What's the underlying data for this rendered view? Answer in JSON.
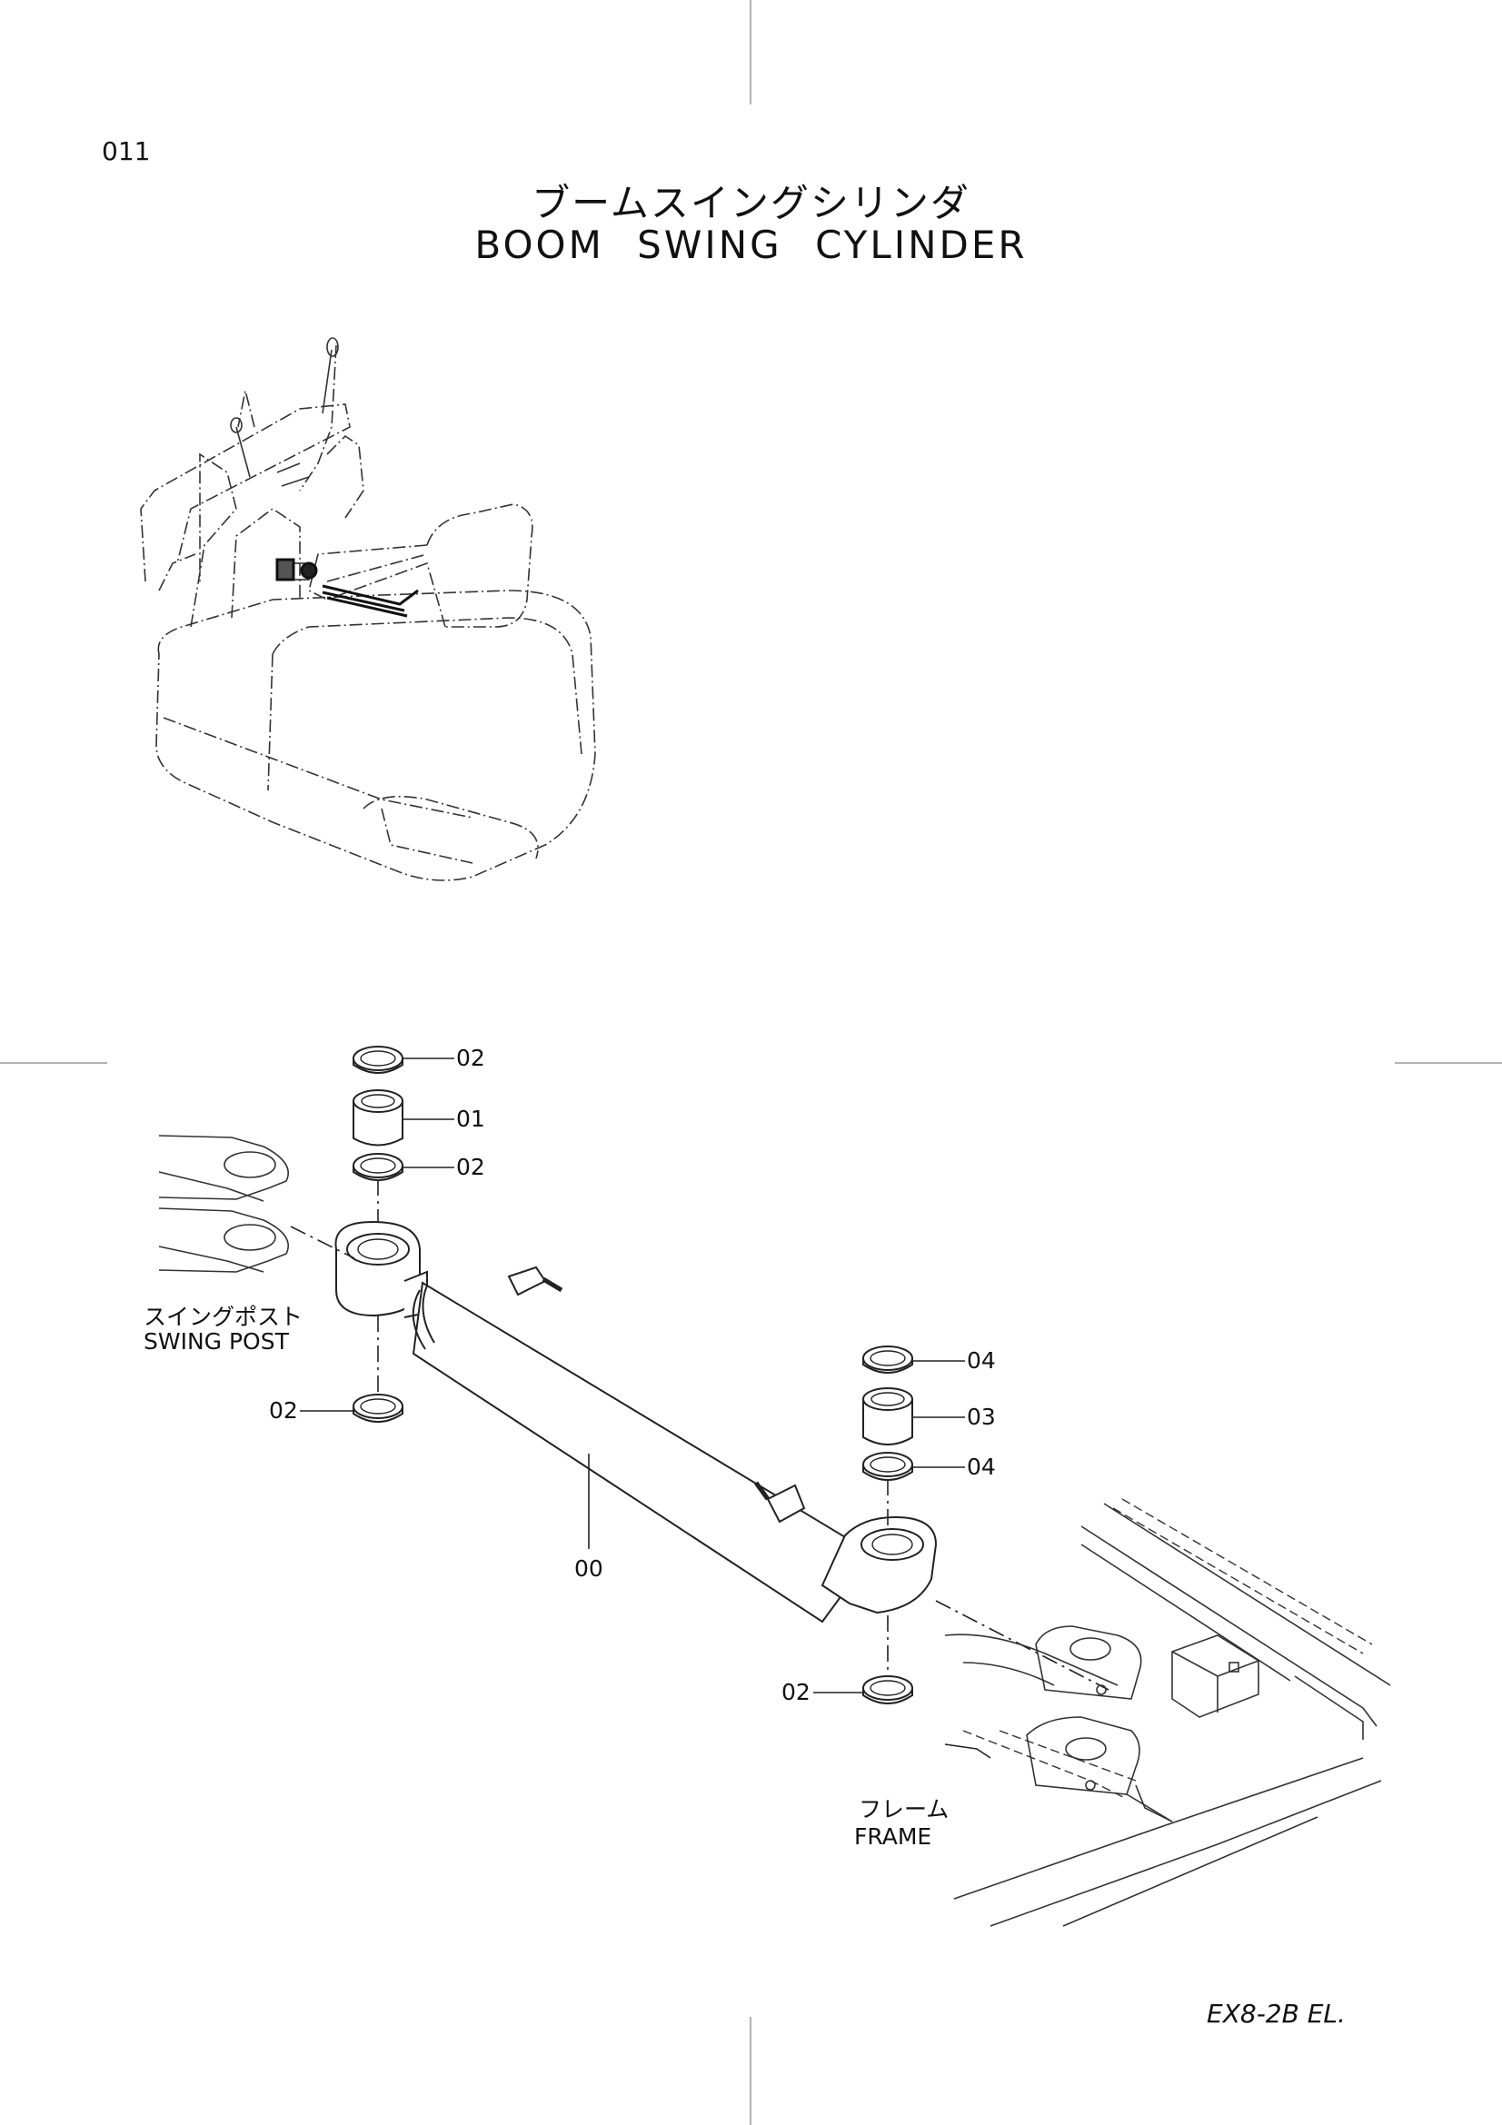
{
  "page": {
    "number": "011",
    "title_jp": "ブームスイングシリンダ",
    "title_en": "BOOM  SWING  CYLINDER",
    "model": "EX8-2B  EL."
  },
  "callouts": {
    "c02_top": "02",
    "c01": "01",
    "c02_mid": "02",
    "c02_left": "02",
    "c00": "00",
    "c04_top": "04",
    "c03": "03",
    "c04_bottom": "04",
    "c02_bottom": "02"
  },
  "labels": {
    "swing_post_jp": "スイングポスト",
    "swing_post_en": "SWING  POST",
    "frame_jp": "フレーム",
    "frame_en": "FRAME"
  }
}
